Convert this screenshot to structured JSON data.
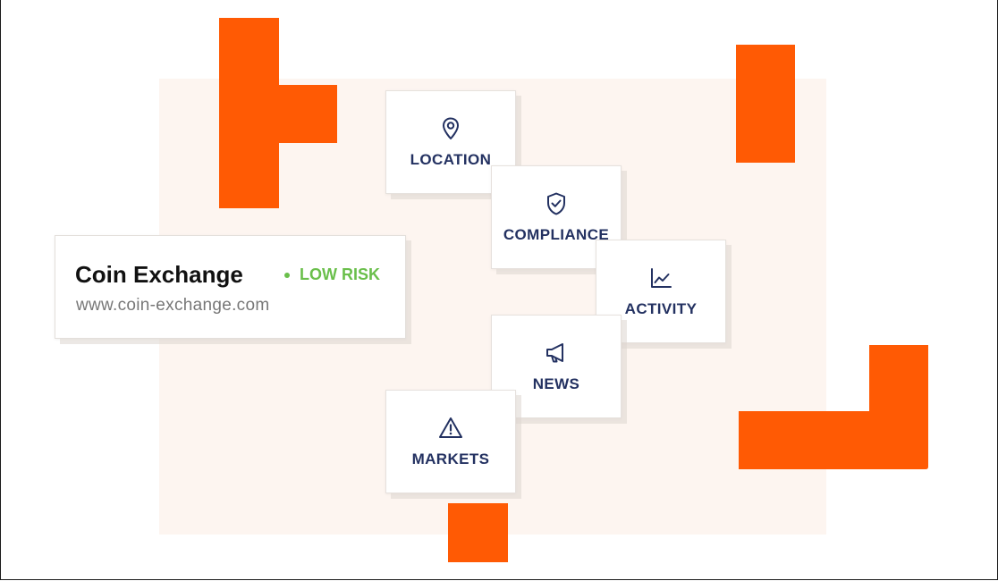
{
  "colors": {
    "accent": "#ff5a04",
    "panel": "#fdf5f0",
    "card_label": "#233161",
    "risk": "#6abf4b"
  },
  "site": {
    "name": "Coin Exchange",
    "risk_label": "LOW RISK",
    "url": "www.coin-exchange.com"
  },
  "cards": {
    "location": {
      "label": "LOCATION",
      "icon": "location-pin-icon"
    },
    "compliance": {
      "label": "COMPLIANCE",
      "icon": "shield-check-icon"
    },
    "activity": {
      "label": "ACTIVITY",
      "icon": "line-chart-icon"
    },
    "news": {
      "label": "NEWS",
      "icon": "megaphone-icon"
    },
    "markets": {
      "label": "MARKETS",
      "icon": "warning-triangle-icon"
    }
  }
}
